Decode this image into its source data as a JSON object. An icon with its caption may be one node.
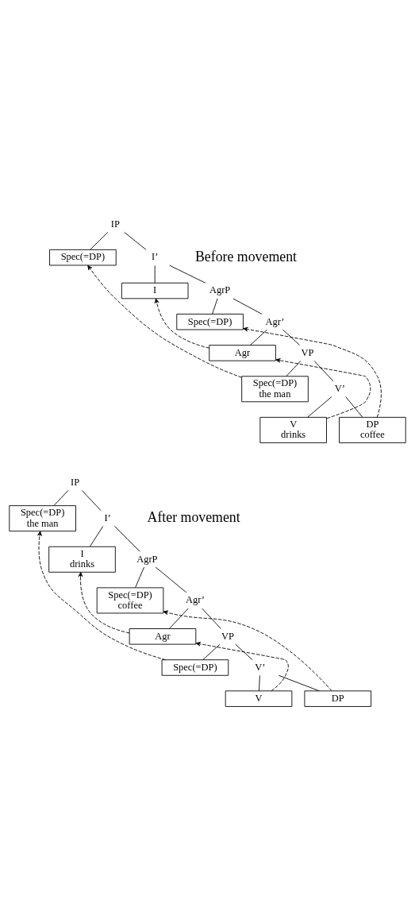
{
  "diagram": {
    "nodes": [
      {
        "text": [
          "IP"
        ]
      },
      {
        "text": [
          "Spec(=DP)"
        ]
      },
      {
        "text": [
          "I’"
        ]
      },
      {
        "text": [
          "I"
        ]
      },
      {
        "text": [
          "AgrP"
        ]
      },
      {
        "text": [
          "Spec(=DP)"
        ]
      },
      {
        "text": [
          "Agr’"
        ]
      },
      {
        "text": [
          "Agr"
        ]
      },
      {
        "text": [
          "VP"
        ]
      },
      {
        "text": [
          "Spec(=DP)",
          "the man"
        ]
      },
      {
        "text": [
          "V’"
        ]
      },
      {
        "text": [
          "V",
          "drinks"
        ]
      },
      {
        "text": [
          "DP",
          "coffee"
        ]
      },
      {
        "text": [
          "IP"
        ]
      },
      {
        "text": [
          "Spec(=DP)",
          "the man"
        ]
      },
      {
        "text": [
          "I’"
        ]
      },
      {
        "text": [
          "I",
          "drinks"
        ]
      },
      {
        "text": [
          "AgrP"
        ]
      },
      {
        "text": [
          "Spec(=DP)",
          "coffee"
        ]
      },
      {
        "text": [
          "Agr’"
        ]
      },
      {
        "text": [
          "Agr"
        ]
      },
      {
        "text": [
          "VP"
        ]
      },
      {
        "text": [
          "Spec(=DP)"
        ]
      },
      {
        "text": [
          "V’"
        ]
      },
      {
        "text": [
          "V"
        ]
      },
      {
        "text": [
          "DP"
        ]
      }
    ],
    "edges": [
      {
        "from": 0,
        "to": 1,
        "arrow": "none"
      },
      {
        "from": 0,
        "to": 2,
        "arrow": "none"
      },
      {
        "from": 2,
        "to": 3,
        "arrow": "none"
      },
      {
        "from": 2,
        "to": 4,
        "arrow": "none"
      },
      {
        "from": 4,
        "to": 5,
        "arrow": "none"
      },
      {
        "from": 4,
        "to": 6,
        "arrow": "none"
      },
      {
        "from": 6,
        "to": 7,
        "arrow": "none"
      },
      {
        "from": 6,
        "to": 8,
        "arrow": "none"
      },
      {
        "from": 8,
        "to": 9,
        "arrow": "none"
      },
      {
        "from": 8,
        "to": 10,
        "arrow": "none"
      },
      {
        "from": 10,
        "to": 11,
        "arrow": "none"
      },
      {
        "from": 10,
        "to": 12,
        "arrow": "none"
      },
      {
        "from": 9,
        "to": 1,
        "arrow": "to",
        "style": "dashed"
      },
      {
        "from": 7,
        "to": 3,
        "arrow": "to",
        "style": "dashed"
      },
      {
        "from": 12,
        "to": 5,
        "arrow": "to",
        "style": "dashed"
      },
      {
        "from": 11,
        "to": 7,
        "arrow": "to",
        "style": "dashed"
      },
      {
        "from": 13,
        "to": 14,
        "arrow": "none"
      },
      {
        "from": 13,
        "to": 15,
        "arrow": "none"
      },
      {
        "from": 15,
        "to": 16,
        "arrow": "none"
      },
      {
        "from": 15,
        "to": 17,
        "arrow": "none"
      },
      {
        "from": 17,
        "to": 18,
        "arrow": "none"
      },
      {
        "from": 17,
        "to": 19,
        "arrow": "none"
      },
      {
        "from": 19,
        "to": 20,
        "arrow": "none"
      },
      {
        "from": 19,
        "to": 21,
        "arrow": "none"
      },
      {
        "from": 21,
        "to": 22,
        "arrow": "none"
      },
      {
        "from": 21,
        "to": 23,
        "arrow": "none"
      },
      {
        "from": 23,
        "to": 24,
        "arrow": "none"
      },
      {
        "from": 23,
        "to": 25,
        "arrow": "none"
      },
      {
        "from": 22,
        "to": 14,
        "arrow": "to",
        "style": "dashed"
      },
      {
        "from": 20,
        "to": 16,
        "arrow": "to",
        "style": "dashed"
      },
      {
        "from": 25,
        "to": 18,
        "arrow": "to",
        "style": "dashed"
      },
      {
        "from": 24,
        "to": 20,
        "arrow": "to",
        "style": "dashed"
      }
    ],
    "labels": [
      "Before movement",
      "After movement"
    ]
  }
}
